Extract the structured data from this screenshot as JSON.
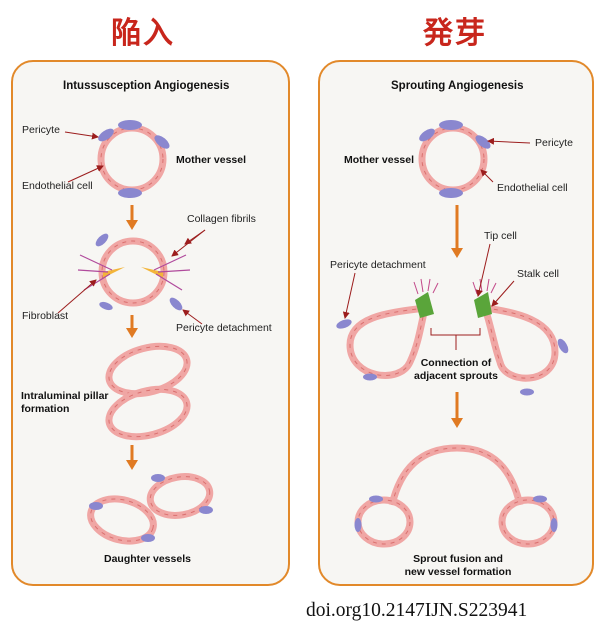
{
  "left": {
    "header": "陥入",
    "title": "Intussusception Angiogenesis",
    "labels": {
      "pericyte": "Pericyte",
      "mother_vessel": "Mother vessel",
      "endothelial_cell": "Endothelial cell",
      "collagen_fibrils": "Collagen fibrils",
      "fibroblast": "Fibroblast",
      "pericyte_detachment": "Pericyte detachment",
      "pillar_line1": "Intraluminal pillar",
      "pillar_line2": "formation",
      "daughter_vessels": "Daughter vessels"
    }
  },
  "right": {
    "header": "発芽",
    "title": "Sprouting Angiogenesis",
    "labels": {
      "mother_vessel": "Mother vessel",
      "pericyte": "Pericyte",
      "endothelial_cell": "Endothelial cell",
      "tip_cell": "Tip cell",
      "stalk_cell": "Stalk cell",
      "pericyte_detachment": "Pericyte detachment",
      "connection_line1": "Connection of",
      "connection_line2": "adjacent sprouts",
      "fusion_line1": "Sprout fusion and",
      "fusion_line2": "new vessel formation"
    }
  },
  "doi": "doi.org10.2147IJN.S223941",
  "colors": {
    "header_red": "#c8261c",
    "panel_border": "#e2892a",
    "vessel_pink": "#f0a6a4",
    "pericyte_purple": "#8a87cf",
    "tip_green": "#5aa53a",
    "fibroblast_yellow": "#f3b53a",
    "arrow_orange": "#e07a22",
    "pointer_red": "#9c1d1d"
  }
}
